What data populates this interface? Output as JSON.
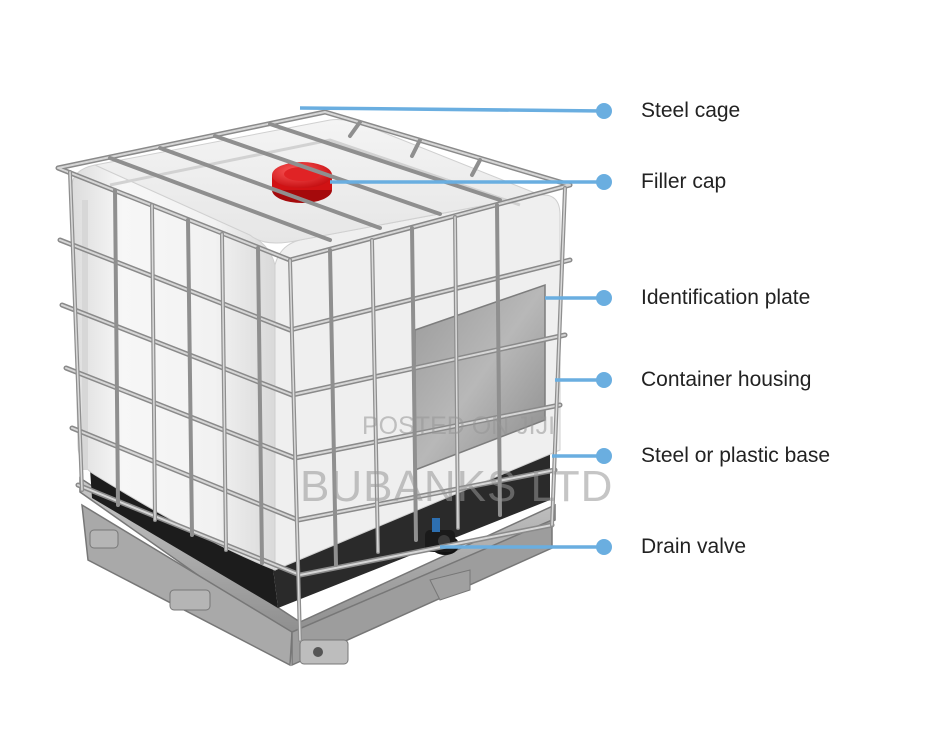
{
  "diagram": {
    "accent_color": "#6aaee0",
    "labels": [
      {
        "id": "steel-cage",
        "text": "Steel cage"
      },
      {
        "id": "filler-cap",
        "text": "Filler cap"
      },
      {
        "id": "identification-plate",
        "text": "Identification plate"
      },
      {
        "id": "container-housing",
        "text": "Container housing"
      },
      {
        "id": "steel-or-plastic-base",
        "text": "Steel or plastic base"
      },
      {
        "id": "drain-valve",
        "text": "Drain valve"
      }
    ]
  },
  "watermark": {
    "line1": "POSTED ON JIJI",
    "line2": "BUBANKS LTD"
  }
}
